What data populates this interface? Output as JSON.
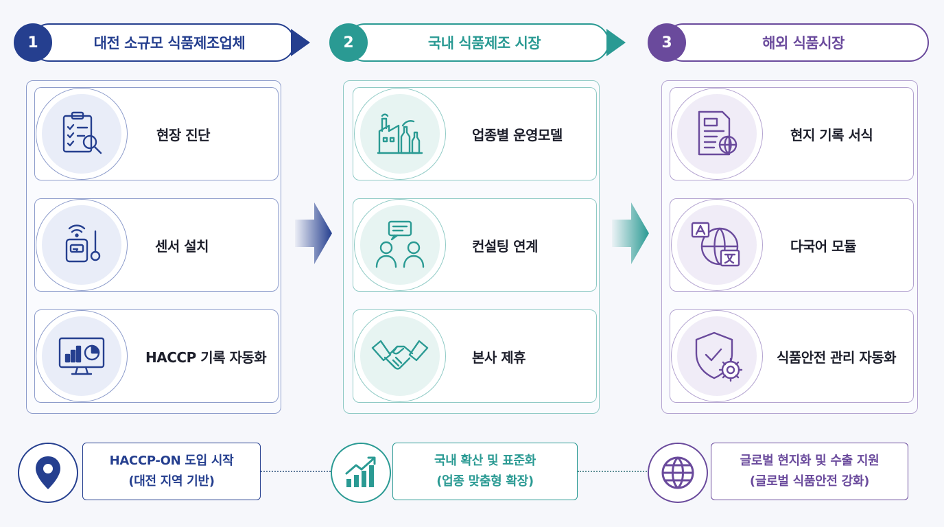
{
  "colors": {
    "navy": "#253f8f",
    "teal": "#2a9a93",
    "purple": "#6a4a9c"
  },
  "stages": [
    {
      "number": "1",
      "title": "대전 소규모 식품제조업체",
      "items": [
        {
          "label": "현장 진단",
          "icon": "clipboard-checklist-magnifier-icon"
        },
        {
          "label": "센서 설치",
          "icon": "wireless-sensor-thermometer-icon"
        },
        {
          "label": "HACCP 기록 자동화",
          "icon": "monitor-chart-icon"
        }
      ]
    },
    {
      "number": "2",
      "title": "국내 식품제조 시장",
      "items": [
        {
          "label": "업종별 운영모델",
          "icon": "factory-bottles-icon"
        },
        {
          "label": "컨설팅 연계",
          "icon": "consulting-people-icon"
        },
        {
          "label": "본사 제휴",
          "icon": "handshake-icon"
        }
      ]
    },
    {
      "number": "3",
      "title": "해외 식품시장",
      "items": [
        {
          "label": "현지 기록 서식",
          "icon": "document-globe-icon"
        },
        {
          "label": "다국어 모듈",
          "icon": "translation-globe-icon"
        },
        {
          "label": "식품안전 관리 자동화",
          "icon": "shield-gear-icon"
        }
      ]
    }
  ],
  "timeline": [
    {
      "line1": "HACCP-ON 도입 시작",
      "line2": "(대전 지역 기반)",
      "icon": "location-pin-icon"
    },
    {
      "line1": "국내 확산 및 표준화",
      "line2": "(업종 맞춤형 확장)",
      "icon": "growth-chart-icon"
    },
    {
      "line1": "글로벌 현지화 및 수출 지원",
      "line2": "(글로벌 식품안전 강화)",
      "icon": "globe-icon"
    }
  ]
}
